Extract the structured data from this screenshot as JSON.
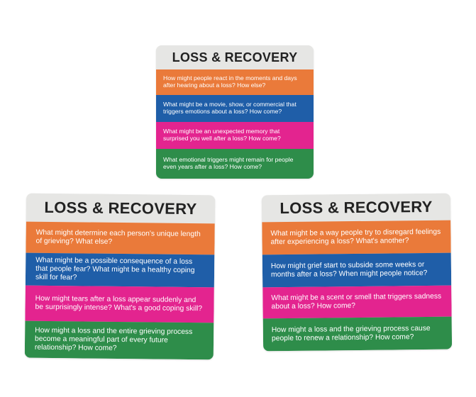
{
  "colors": {
    "orange": "#ea7a3a",
    "blue": "#1f5ea8",
    "pink": "#e3248f",
    "green": "#2e8d4a",
    "header": "#e6e6e4"
  },
  "cards": [
    {
      "title": "LOSS & RECOVERY",
      "questions": [
        "How might people react in the moments and days after hearing about a loss? How else?",
        "What might be a movie, show, or commercial that triggers emotions about a loss? How come?",
        "What might be an unexpected memory that surprised you well after a loss? How come?",
        "What emotional triggers might remain for people even years after a loss? How come?"
      ]
    },
    {
      "title": "LOSS & RECOVERY",
      "questions": [
        "What might determine each person's unique length of grieving? What else?",
        "What might be a possible consequence of a loss that people fear? What might be a healthy coping skill for fear?",
        "How might tears after a loss appear suddenly and be surprisingly intense? What's a good coping skill?",
        "How might a loss and the entire grieving process become a meaningful part of every future relationship? How come?"
      ]
    },
    {
      "title": "LOSS & RECOVERY",
      "questions": [
        "What might be a way people try to disregard feelings after experiencing a loss? What's another?",
        "How might grief start to subside some weeks or months after a loss? When might people notice?",
        "What might be a scent or smell that triggers sadness about a loss? How come?",
        "How might a loss and the grieving process cause people to renew a relationship? How come?"
      ]
    }
  ]
}
